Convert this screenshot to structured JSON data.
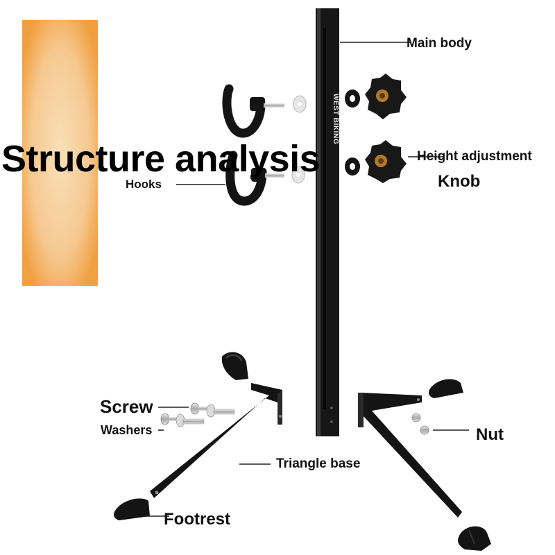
{
  "title": "Structure analysis",
  "brand_text": "WEST BIKING",
  "labels": {
    "main_body": "Main body",
    "height_adjustment": "Height adjustment",
    "knob": "Knob",
    "hooks": "Hooks",
    "screw": "Screw",
    "washers": "Washers",
    "nut": "Nut",
    "triangle_base": "Triangle base",
    "footrest": "Footrest"
  },
  "colors": {
    "accent_orange": "#f2a040",
    "part_black": "#161616",
    "metal": "#c8c8c8"
  }
}
